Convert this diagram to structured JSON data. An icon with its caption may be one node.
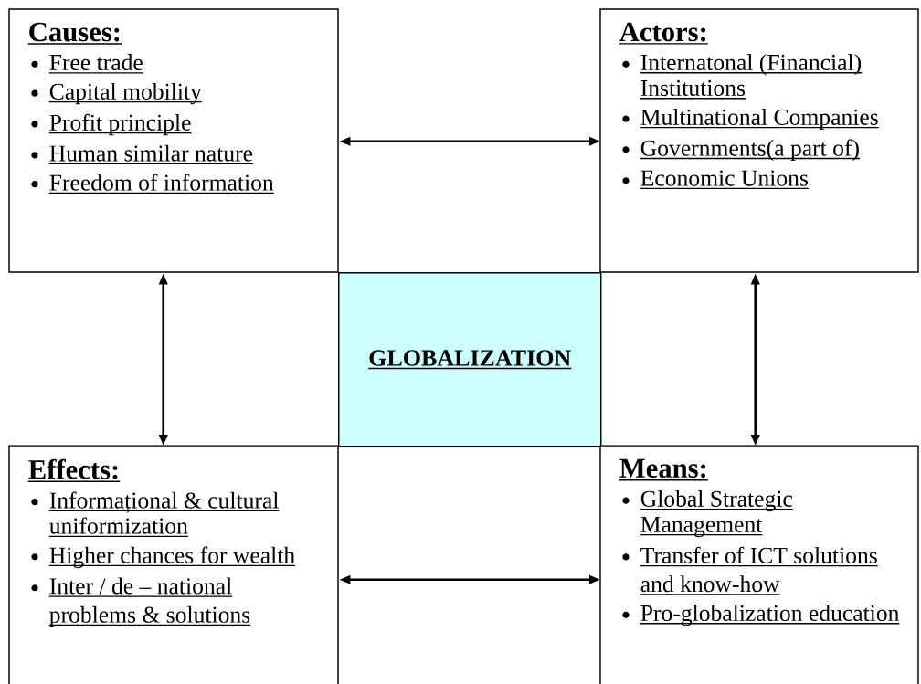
{
  "diagram": {
    "nodes": [
      {
        "text": [
          "Causes:",
          "Free trade",
          "Capital mobility",
          "Profit principle",
          "Human similar nature",
          "Freedom of information"
        ]
      },
      {
        "text": [
          "Actors:",
          "Internatonal (Financial) Institutions",
          "Multinational Companies",
          "Governments(a part of)",
          "Economic Unions"
        ]
      },
      {
        "text": [
          "GLOBALIZATION"
        ]
      },
      {
        "text": [
          "Effects:",
          "Informațional & cultural uniformization",
          "Higher chances for wealth",
          "Inter / de – national problems & solutions"
        ]
      },
      {
        "text": [
          "Means:",
          "Global Strategic Management",
          "Transfer of ICT solutions and know-how",
          "Pro-globalization education"
        ]
      }
    ],
    "edges": [
      {
        "from": 0,
        "to": 1,
        "arrow": "both"
      },
      {
        "from": 0,
        "to": 3,
        "arrow": "both"
      },
      {
        "from": 1,
        "to": 4,
        "arrow": "both"
      },
      {
        "from": 3,
        "to": 4,
        "arrow": "both"
      }
    ]
  }
}
